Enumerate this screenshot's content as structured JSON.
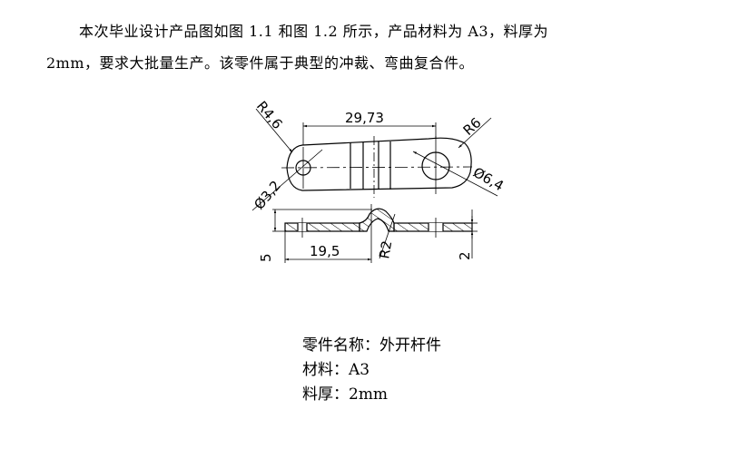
{
  "paragraph": {
    "line1": "本次毕业设计产品图如图  1.1    和图 1.2 所示，产品材料为  A3，料厚为",
    "line2": "2mm，要求大批量生产。该零件属于典型的冲裁、弯曲复合件。"
  },
  "drawing": {
    "top_view": {
      "length_dim": "29,73",
      "left_radius": "R4,6",
      "left_hole_dia": "Ø3,2",
      "right_radius": "R6",
      "right_hole_dia": "Ø6,4"
    },
    "side_view": {
      "height_dim": "5",
      "length_dim": "19,5",
      "bend_radius": "R2",
      "thickness_dim": "2"
    }
  },
  "caption": {
    "part_name": "零件名称：外开杆件",
    "material": "材料：A3",
    "thickness": "料厚：2mm"
  }
}
